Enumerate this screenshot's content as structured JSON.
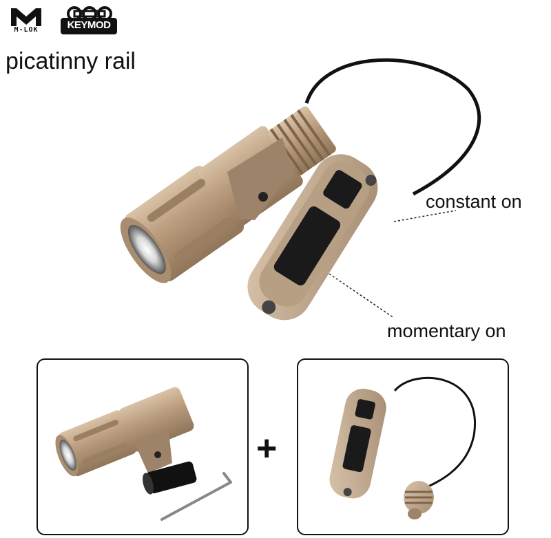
{
  "logos": {
    "mlok_text": "M-LOK",
    "keymod_text": "KEYMOD"
  },
  "title": "picatinny rail",
  "callouts": {
    "constant_on": "constant on",
    "momentary_on": "momentary on"
  },
  "plus_sign": "+",
  "colors": {
    "tan": "#c5ab8f",
    "tan_dark": "#9c8369",
    "black": "#111111"
  }
}
